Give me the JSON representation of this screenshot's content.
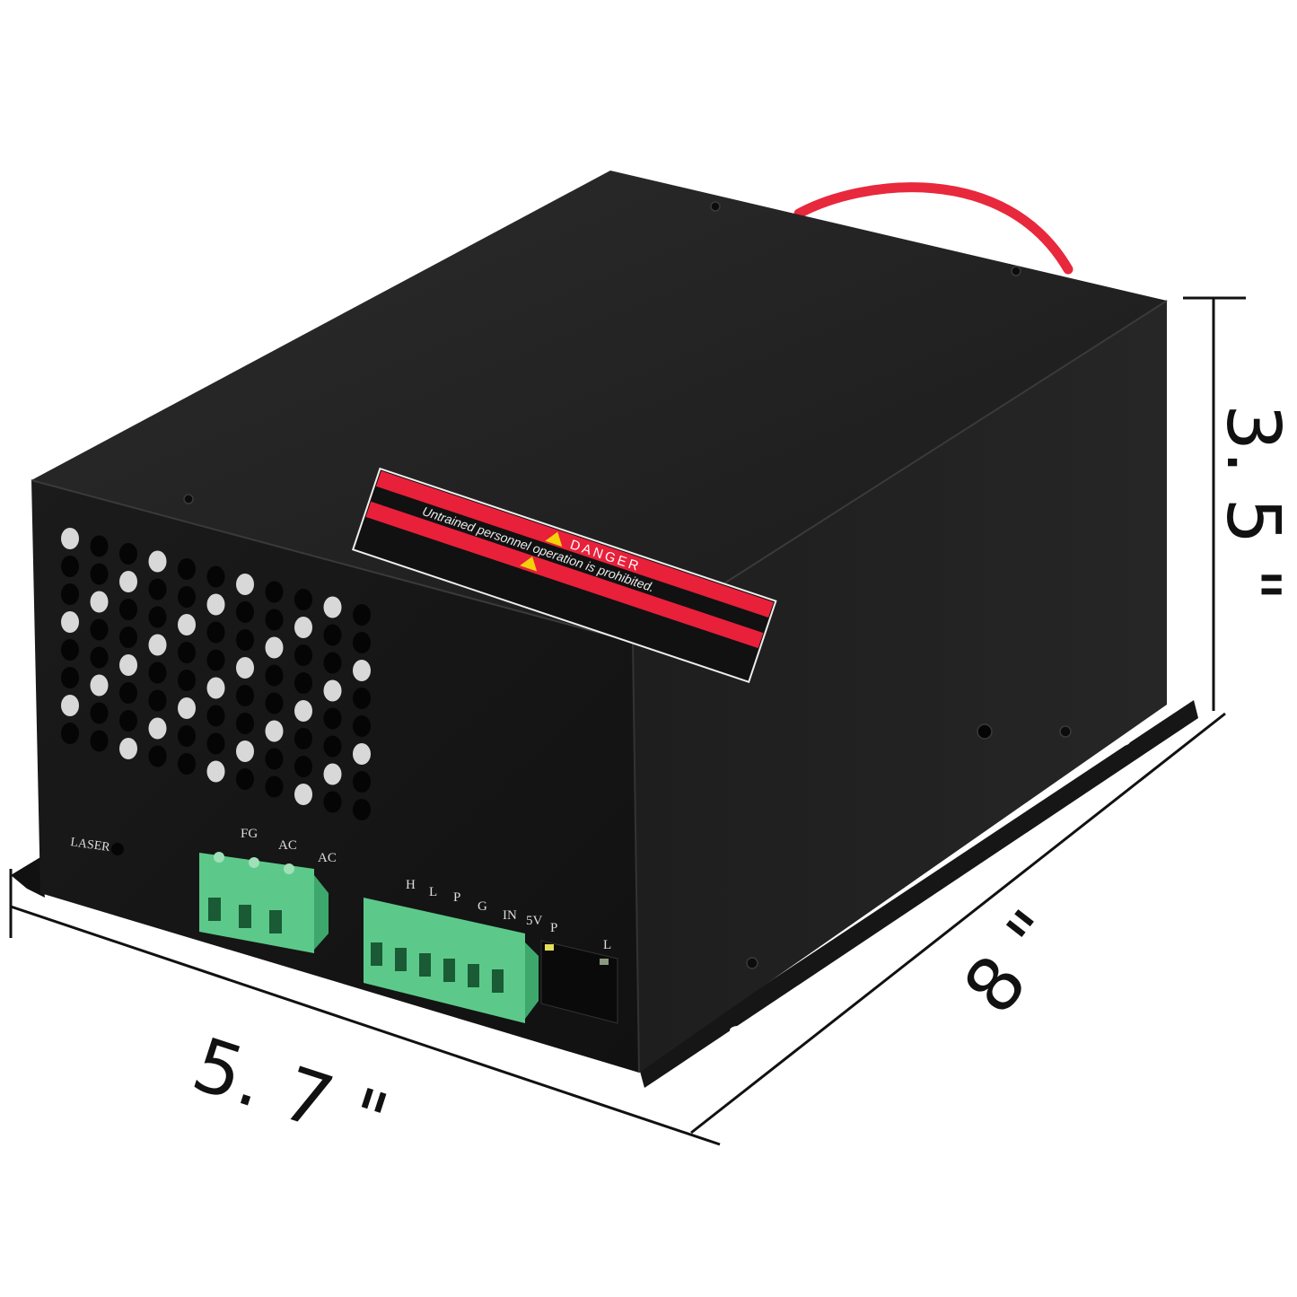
{
  "product": {
    "warning_label": {
      "title": "DANGER",
      "message": "Untrained personnel operation is prohibited."
    },
    "laser_indicator_label": "LASER",
    "power_terminal_labels": [
      "FG",
      "AC",
      "AC"
    ],
    "signal_terminal_labels": [
      "H",
      "L",
      "P",
      "G",
      "IN",
      "5V"
    ],
    "rj45_led_labels": [
      "P",
      "L"
    ],
    "colors": {
      "body": "#1c1c1c",
      "terminal": "#5cc98a",
      "label_red": "#e8203a",
      "cable": "#e8283c"
    }
  },
  "dimensions": {
    "width": "5. 7 \"",
    "depth": "8 \"",
    "height": "3. 5 \""
  }
}
